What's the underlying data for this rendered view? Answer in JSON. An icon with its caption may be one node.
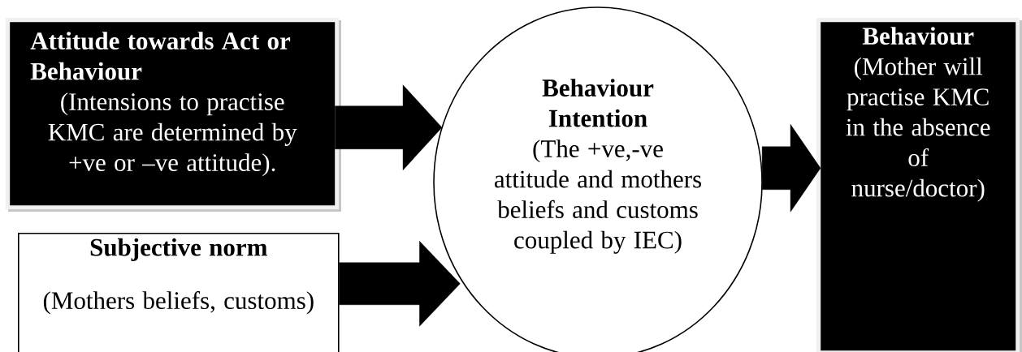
{
  "diagram": {
    "nodes": [
      {
        "text": [
          "Attitude towards Act or Behaviour",
          "(Intensions to practise KMC are determined by +ve or –ve attitude)."
        ]
      },
      {
        "text": [
          "Subjective norm",
          "(Mothers beliefs, customs)"
        ]
      },
      {
        "text": [
          "Behaviour Intention",
          "(The +ve,-ve attitude and mothers beliefs and customs coupled by IEC)"
        ]
      },
      {
        "text": [
          "Behaviour",
          "(Mother will practise KMC in the absence of nurse/doctor)"
        ]
      }
    ],
    "edges": [
      {
        "from": 0,
        "to": 2,
        "arrow": "to"
      },
      {
        "from": 1,
        "to": 2,
        "arrow": "to"
      },
      {
        "from": 2,
        "to": 3,
        "arrow": "to"
      }
    ]
  }
}
